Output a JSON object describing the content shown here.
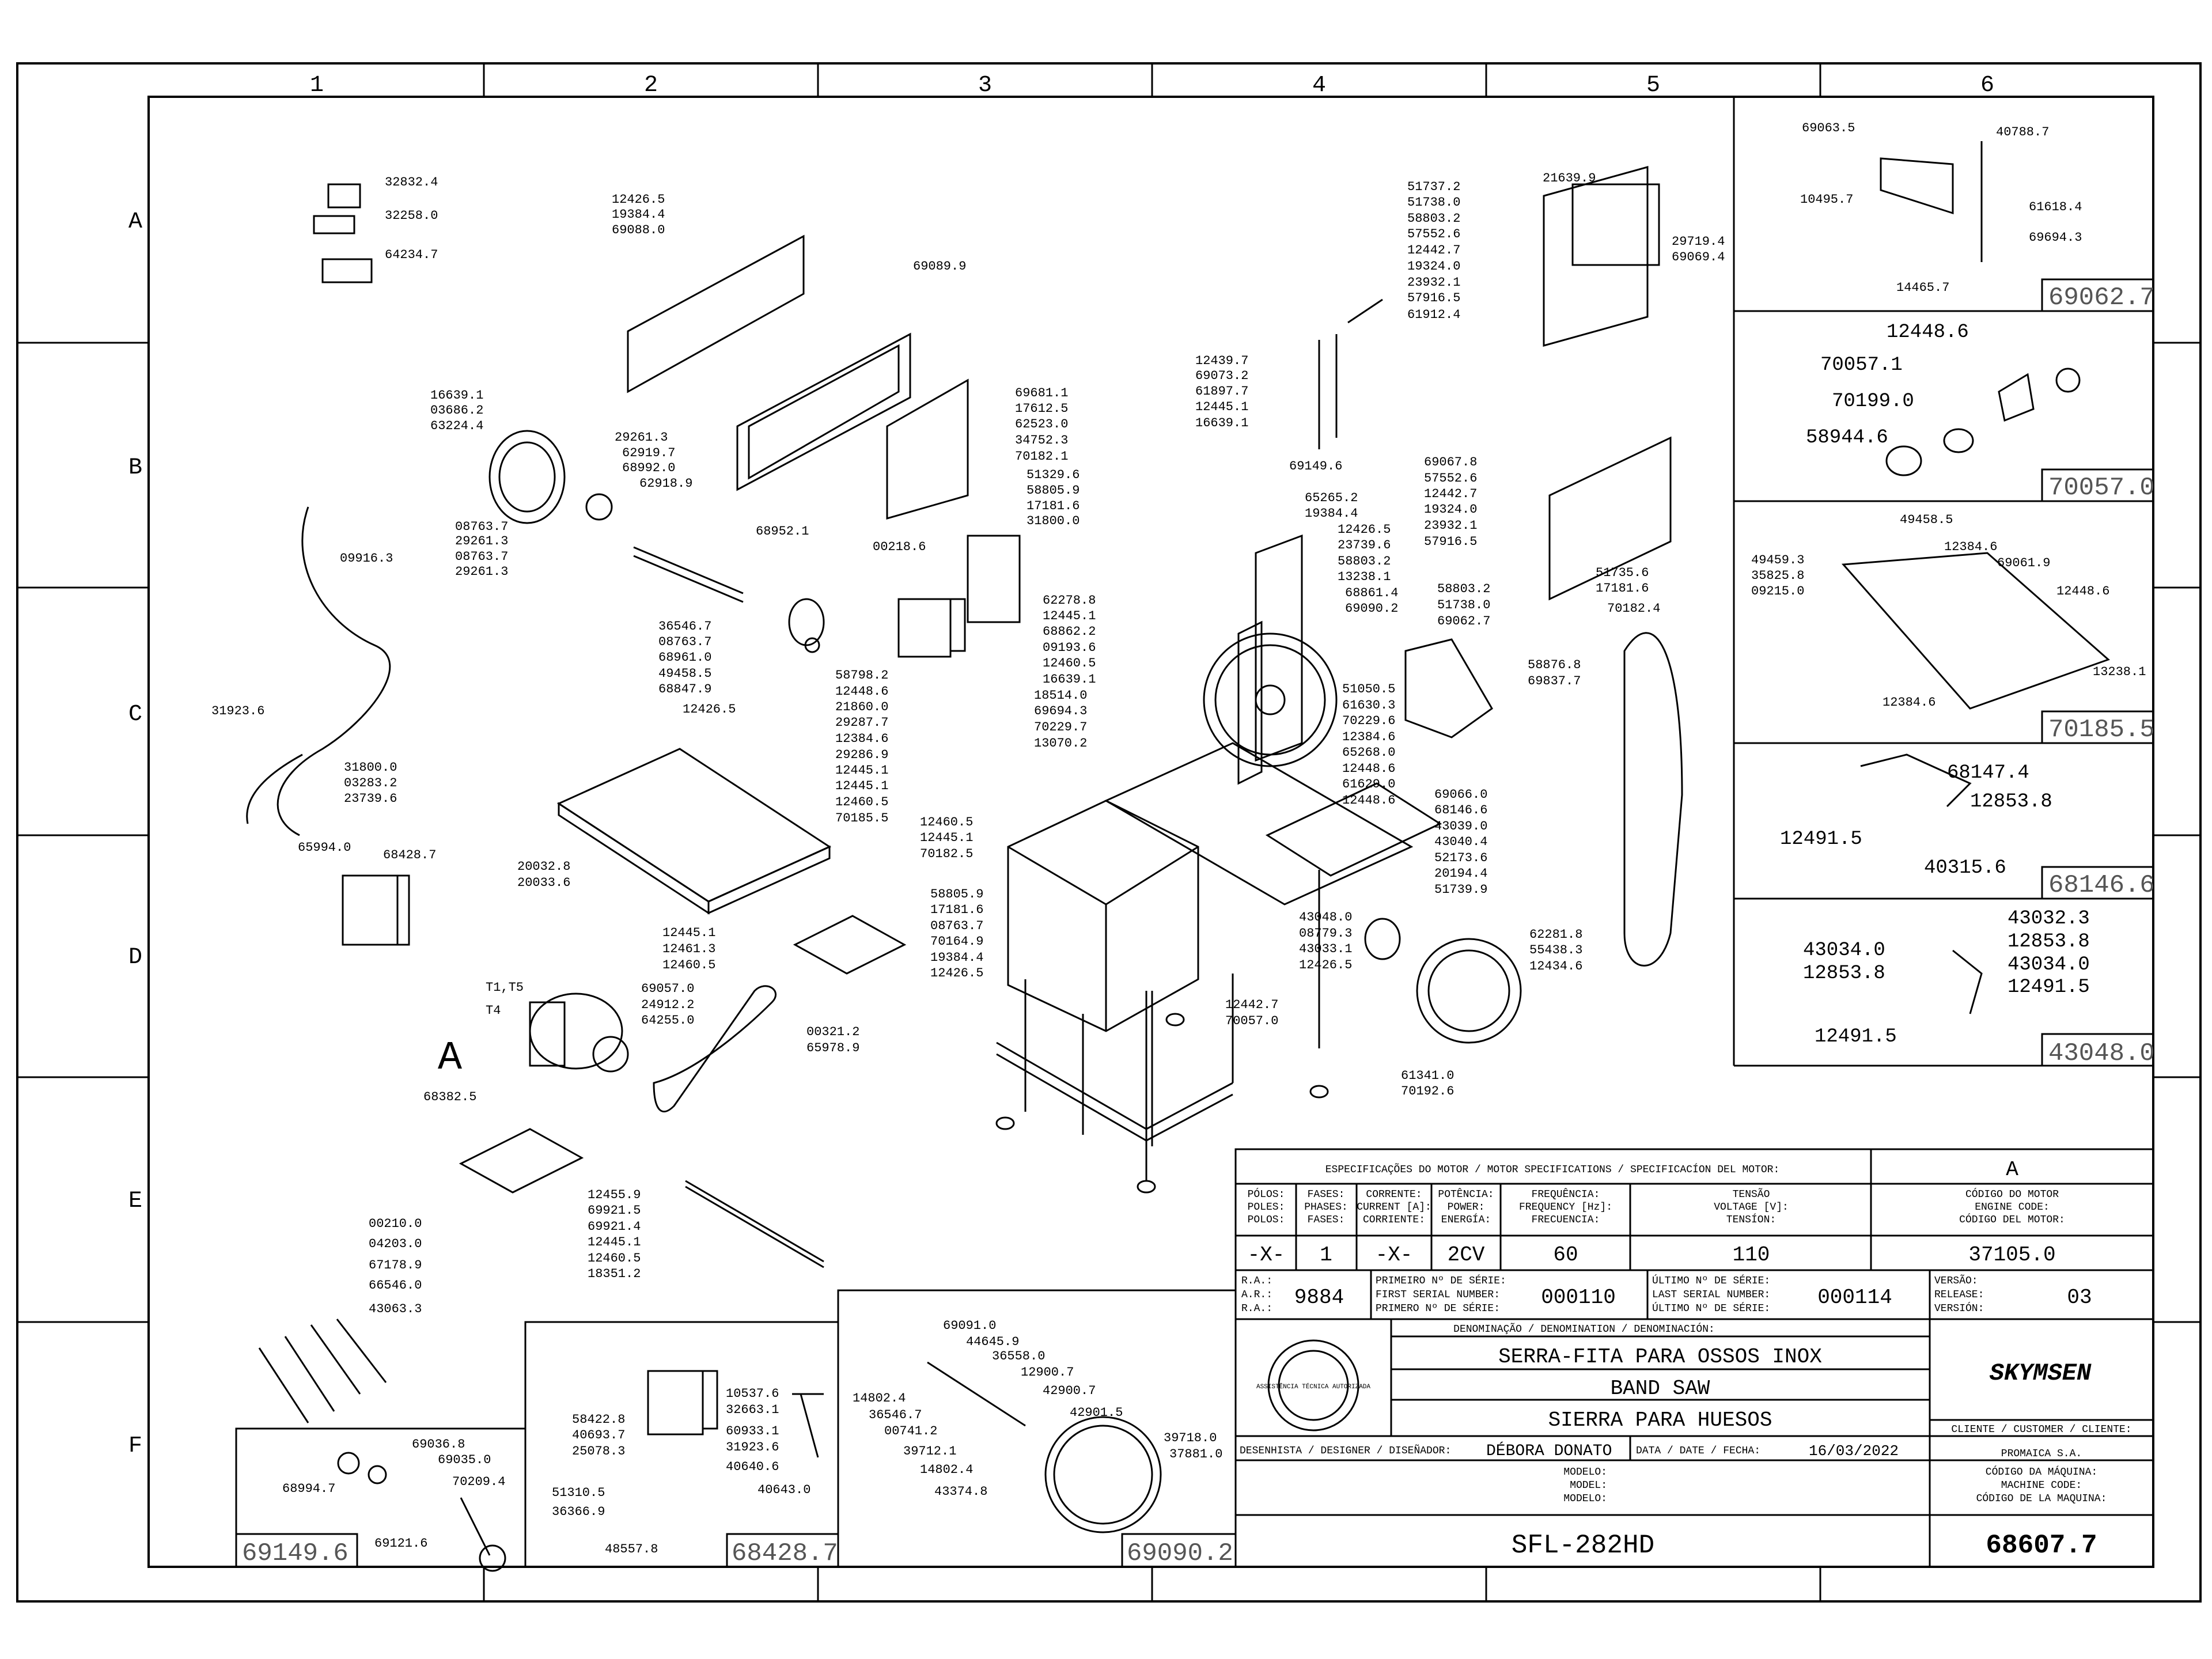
{
  "grid": {
    "columns": [
      "1",
      "2",
      "3",
      "4",
      "5",
      "6"
    ],
    "rows": [
      "A",
      "B",
      "C",
      "D",
      "E",
      "F"
    ]
  },
  "parts": {
    "a_left": [
      "32832.4",
      "32258.0",
      "64234.7"
    ],
    "cover_panel": [
      "12426.5",
      "19384.4",
      "69088.0",
      "69089.9"
    ],
    "upper_wheel_assy": [
      "16639.1",
      "03686.2",
      "63224.4",
      "29261.3",
      "62919.7",
      "68992.0",
      "62918.9",
      "08763.7",
      "29261.3",
      "08763.7",
      "29261.3",
      "68952.1"
    ],
    "cable": [
      "09916.3",
      "31923.6",
      "31800.0",
      "03283.2",
      "23739.6"
    ],
    "guard_upper": [
      "69681.1",
      "17612.5",
      "62523.0",
      "34752.3",
      "70182.1",
      "51329.6",
      "58805.9",
      "17181.6",
      "31800.0",
      "00218.6"
    ],
    "tension": [
      "12439.7",
      "69073.2",
      "61897.7",
      "12445.1",
      "16639.1",
      "69149.6"
    ],
    "top_right_block": [
      "51737.2",
      "51738.0",
      "58803.2",
      "57552.6",
      "12442.7",
      "19324.0",
      "23932.1",
      "57916.5",
      "61912.4",
      "21639.9",
      "29719.4",
      "69069.4"
    ],
    "middle_guides": [
      "65265.2",
      "19384.4",
      "12426.5",
      "23739.6",
      "58803.2",
      "13238.1",
      "68861.4",
      "69090.2"
    ],
    "right_guard": [
      "69067.8",
      "57552.6",
      "12442.7",
      "19324.0",
      "23932.1",
      "57916.5",
      "51735.6",
      "17181.6",
      "70182.4",
      "58803.2",
      "51738.0",
      "69062.7"
    ],
    "left_table_group": [
      "36546.7",
      "08763.7",
      "68961.0",
      "49458.5",
      "68847.9",
      "12426.5"
    ],
    "guide_block_left": [
      "58798.2",
      "12448.6",
      "21860.0",
      "29287.7",
      "12384.6",
      "29286.9",
      "12445.1",
      "12445.1",
      "12460.5",
      "70185.5"
    ],
    "center_guides": [
      "62278.8",
      "12445.1",
      "68862.2",
      "09193.6",
      "12460.5",
      "16639.1",
      "18514.0",
      "69694.3",
      "70229.7",
      "13070.2"
    ],
    "right_side_group": [
      "51050.5",
      "61630.3",
      "70229.6",
      "12384.6",
      "65268.0",
      "12448.6",
      "61629.0",
      "12448.6"
    ],
    "lower_right": [
      "69066.0",
      "68146.6",
      "43039.0",
      "43040.4",
      "52173.6",
      "20194.4",
      "51739.9",
      "43048.0",
      "08779.3",
      "43033.1",
      "12426.5",
      "62281.8",
      "55438.3",
      "12434.6",
      "12442.7",
      "70057.0",
      "61341.0",
      "70192.6"
    ],
    "blade_group": [
      "58876.8",
      "69837.7"
    ],
    "base_left": [
      "12460.5",
      "12445.1",
      "70182.5"
    ],
    "motor_group": [
      "65994.0",
      "68428.7",
      "20032.8",
      "20033.6",
      "12445.1",
      "12461.3",
      "12460.5",
      "69057.0",
      "24912.2",
      "64255.0"
    ],
    "small_table": [
      "58805.9",
      "17181.6",
      "08763.7",
      "70164.9",
      "19384.4",
      "12426.5"
    ],
    "leg_group": [
      "00321.2",
      "65978.9"
    ],
    "motor_labels": [
      "T1,T5",
      "T4",
      "A"
    ],
    "mount_plate": [
      "68382.5",
      "12455.9",
      "69921.5",
      "69921.4",
      "12445.1",
      "12460.5",
      "18351.2"
    ],
    "screws_group": [
      "00210.0",
      "04203.0",
      "67178.9",
      "66546.0",
      "43063.3"
    ],
    "wheel_lower": [
      "69091.0",
      "44645.9",
      "36558.0",
      "12900.7",
      "42900.7",
      "42901.5",
      "14802.4",
      "36546.7",
      "00741.2",
      "39712.1",
      "14802.4",
      "43374.8",
      "39718.0",
      "37881.0"
    ],
    "switch_group": [
      "10537.6",
      "32663.1",
      "60933.1",
      "31923.6",
      "40640.6",
      "40643.0",
      "58422.8",
      "40693.7",
      "25078.3",
      "51310.5",
      "36366.9",
      "48557.8"
    ],
    "handle_group": [
      "69036.8",
      "69035.0",
      "68994.7",
      "70209.4",
      "69121.6"
    ]
  },
  "detail_boxes": {
    "b1": {
      "id": "69062.7",
      "labels": [
        "69063.5",
        "40788.7",
        "10495.7",
        "61618.4",
        "69694.3",
        "14465.7"
      ]
    },
    "b2": {
      "id": "70057.0",
      "labels": [
        "12448.6",
        "70057.1",
        "70199.0",
        "58944.6"
      ]
    },
    "b3": {
      "id": "70185.5",
      "labels": [
        "49458.5",
        "12384.6",
        "49459.3",
        "35825.8",
        "69061.9",
        "09215.0",
        "12448.6",
        "13238.1",
        "12384.6"
      ]
    },
    "b4": {
      "id": "68146.6",
      "labels": [
        "68147.4",
        "12853.8",
        "12491.5",
        "40315.6"
      ]
    },
    "b5": {
      "id": "43048.0",
      "labels": [
        "43032.3",
        "12853.8",
        "43034.0",
        "43034.0",
        "12853.8",
        "12491.5",
        "12491.5"
      ]
    },
    "b6": {
      "id": "69149.6"
    },
    "b7": {
      "id": "68428.7"
    },
    "b8": {
      "id": "69090.2"
    }
  },
  "title_block": {
    "spec_header": "ESPECIFICAÇÕES DO MOTOR / MOTOR SPECIFICATIONS / SPECIFICACÍON DEL MOTOR:",
    "revision_letter": "A",
    "col_poles": [
      "PÓLOS:",
      "POLES:",
      "POLOS:"
    ],
    "col_phases": [
      "FASES:",
      "PHASES:",
      "FASES:"
    ],
    "col_current": [
      "CORRENTE:",
      "CURRENT [A]:",
      "CORRIENTE:"
    ],
    "col_power": [
      "POTÊNCIA:",
      "POWER:",
      "ENERGÍA:"
    ],
    "col_freq": [
      "FREQUÊNCIA:",
      "FREQUENCY [Hz]:",
      "FRECUENCIA:"
    ],
    "col_voltage": [
      "TENSÃO",
      "VOLTAGE [V]:",
      "TENSÍON:"
    ],
    "col_engine": [
      "CÓDIGO DO MOTOR",
      "ENGINE CODE:",
      "CÓDIGO DEL MOTOR:"
    ],
    "val_poles": "-X-",
    "val_phases": "1",
    "val_current": "-X-",
    "val_power": "2CV",
    "val_freq": "60",
    "val_voltage": "110",
    "val_engine": "37105.0",
    "ra_labels": [
      "R.A.:",
      "A.R.:",
      "R.A.:"
    ],
    "ra_value": "9884",
    "first_serial_labels": [
      "PRIMEIRO Nº DE SÉRIE:",
      "FIRST SERIAL NUMBER:",
      "PRIMERO Nº DE SÉRIE:"
    ],
    "first_serial": "000110",
    "last_serial_labels": [
      "ÚLTIMO Nº DE SÉRIE:",
      "LAST SERIAL NUMBER:",
      "ÚLTIMO Nº DE SÉRIE:"
    ],
    "last_serial": "000114",
    "version_labels": [
      "VERSÃO:",
      "RELEASE:",
      "VERSIÓN:"
    ],
    "version": "03",
    "denomination_header": "DENOMINAÇÃO / DENOMINATION / DENOMINACIÓN:",
    "name_pt": "SERRA-FITA PARA OSSOS INOX",
    "name_en": "BAND SAW",
    "name_es": "SIERRA PARA HUESOS",
    "brand": "SKYMSEN",
    "seal_text": "ASSISTÊNCIA TÉCNICA AUTORIZADA",
    "client_label": "CLIENTE / CUSTOMER / CLIENTE:",
    "client": "PROMAICA S.A.",
    "designer_label": "DESENHISTA / DESIGNER / DISEÑADOR:",
    "designer": "DÉBORA DONATO",
    "date_label": "DATA / DATE / FECHA:",
    "date": "16/03/2022",
    "model_labels": [
      "MODELO:",
      "MODEL:",
      "MODELO:"
    ],
    "model": "SFL-282HD",
    "machine_code_labels": [
      "CÓDIGO DA MÁQUINA:",
      "MACHINE CODE:",
      "CÓDIGO DE LA MAQUINA:"
    ],
    "machine_code": "68607.7"
  }
}
